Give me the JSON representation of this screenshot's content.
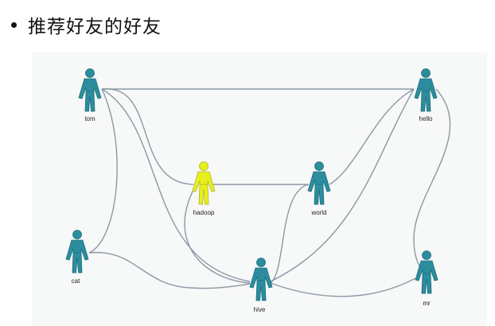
{
  "slide": {
    "bullet": "•",
    "title": "推荐好友的好友"
  },
  "colors": {
    "node": "#2b8d9e",
    "node_stroke": "#1f6f7d",
    "highlight": "#e9ef1a",
    "highlight_stroke": "#b3b52a",
    "edge": "#8c98a5"
  },
  "nodes": [
    {
      "id": "tom",
      "label": "tom",
      "highlight": false
    },
    {
      "id": "hello",
      "label": "hello",
      "highlight": false
    },
    {
      "id": "hadoop",
      "label": "hadoop",
      "highlight": true
    },
    {
      "id": "world",
      "label": "world",
      "highlight": false
    },
    {
      "id": "cat",
      "label": "cat",
      "highlight": false
    },
    {
      "id": "hive",
      "label": "hive",
      "highlight": false
    },
    {
      "id": "mr",
      "label": "mr",
      "highlight": false
    }
  ],
  "edges": [
    {
      "from": "tom",
      "to": "hello"
    },
    {
      "from": "tom",
      "to": "hadoop"
    },
    {
      "from": "tom",
      "to": "cat"
    },
    {
      "from": "tom",
      "to": "hive"
    },
    {
      "from": "hadoop",
      "to": "world"
    },
    {
      "from": "hadoop",
      "to": "hive"
    },
    {
      "from": "world",
      "to": "hello"
    },
    {
      "from": "world",
      "to": "hive"
    },
    {
      "from": "cat",
      "to": "hive"
    },
    {
      "from": "hive",
      "to": "hello"
    },
    {
      "from": "hive",
      "to": "mr"
    },
    {
      "from": "hello",
      "to": "mr"
    }
  ]
}
